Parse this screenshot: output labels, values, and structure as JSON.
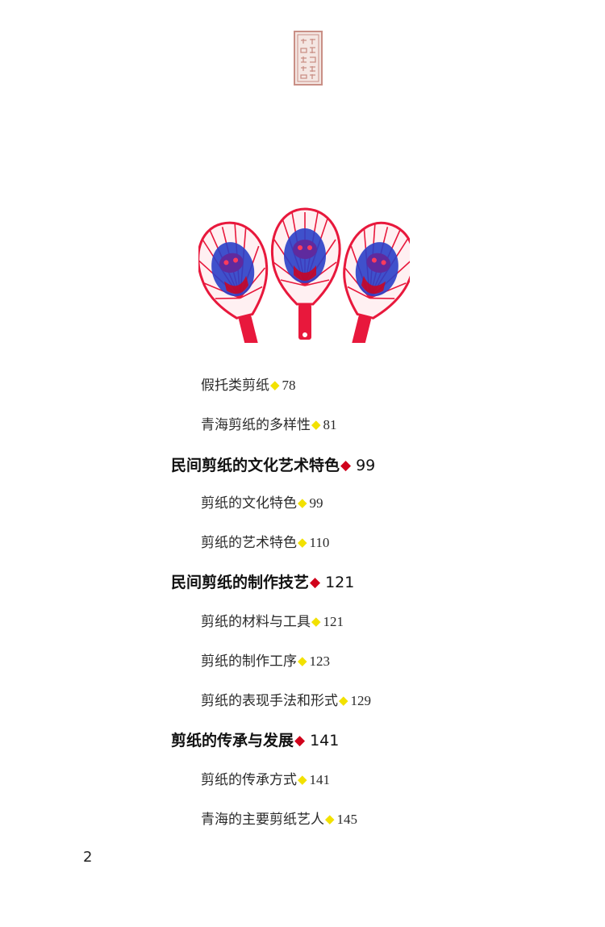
{
  "toc": [
    {
      "level": 2,
      "title": "假托类剪纸",
      "page": "78"
    },
    {
      "level": 2,
      "title": "青海剪纸的多样性",
      "page": "81"
    },
    {
      "level": 1,
      "title": "民间剪纸的文化艺术特色",
      "page": "99"
    },
    {
      "level": 2,
      "title": "剪纸的文化特色",
      "page": "99"
    },
    {
      "level": 2,
      "title": "剪纸的艺术特色",
      "page": "110"
    },
    {
      "level": 1,
      "title": "民间剪纸的制作技艺",
      "page": "121"
    },
    {
      "level": 2,
      "title": "剪纸的材料与工具",
      "page": "121"
    },
    {
      "level": 2,
      "title": "剪纸的制作工序",
      "page": "123"
    },
    {
      "level": 2,
      "title": "剪纸的表现手法和形式",
      "page": "129"
    },
    {
      "level": 1,
      "title": "剪纸的传承与发展",
      "page": "141"
    },
    {
      "level": 2,
      "title": "剪纸的传承方式",
      "page": "141"
    },
    {
      "level": 2,
      "title": "青海的主要剪纸艺人",
      "page": "145"
    }
  ],
  "page_number": "2",
  "colors": {
    "chapter_marker": "#d0021b",
    "section_marker": "#f2e100",
    "fan_red": "#e8183c",
    "fan_blue": "#2a3fc8",
    "seal": "#c98f86"
  },
  "icons": {
    "seal": "seal-stamp-icon",
    "illustration": "papercut-fans-illustration",
    "chapter_marker": "red-diamond-icon",
    "section_marker": "yellow-diamond-icon"
  }
}
